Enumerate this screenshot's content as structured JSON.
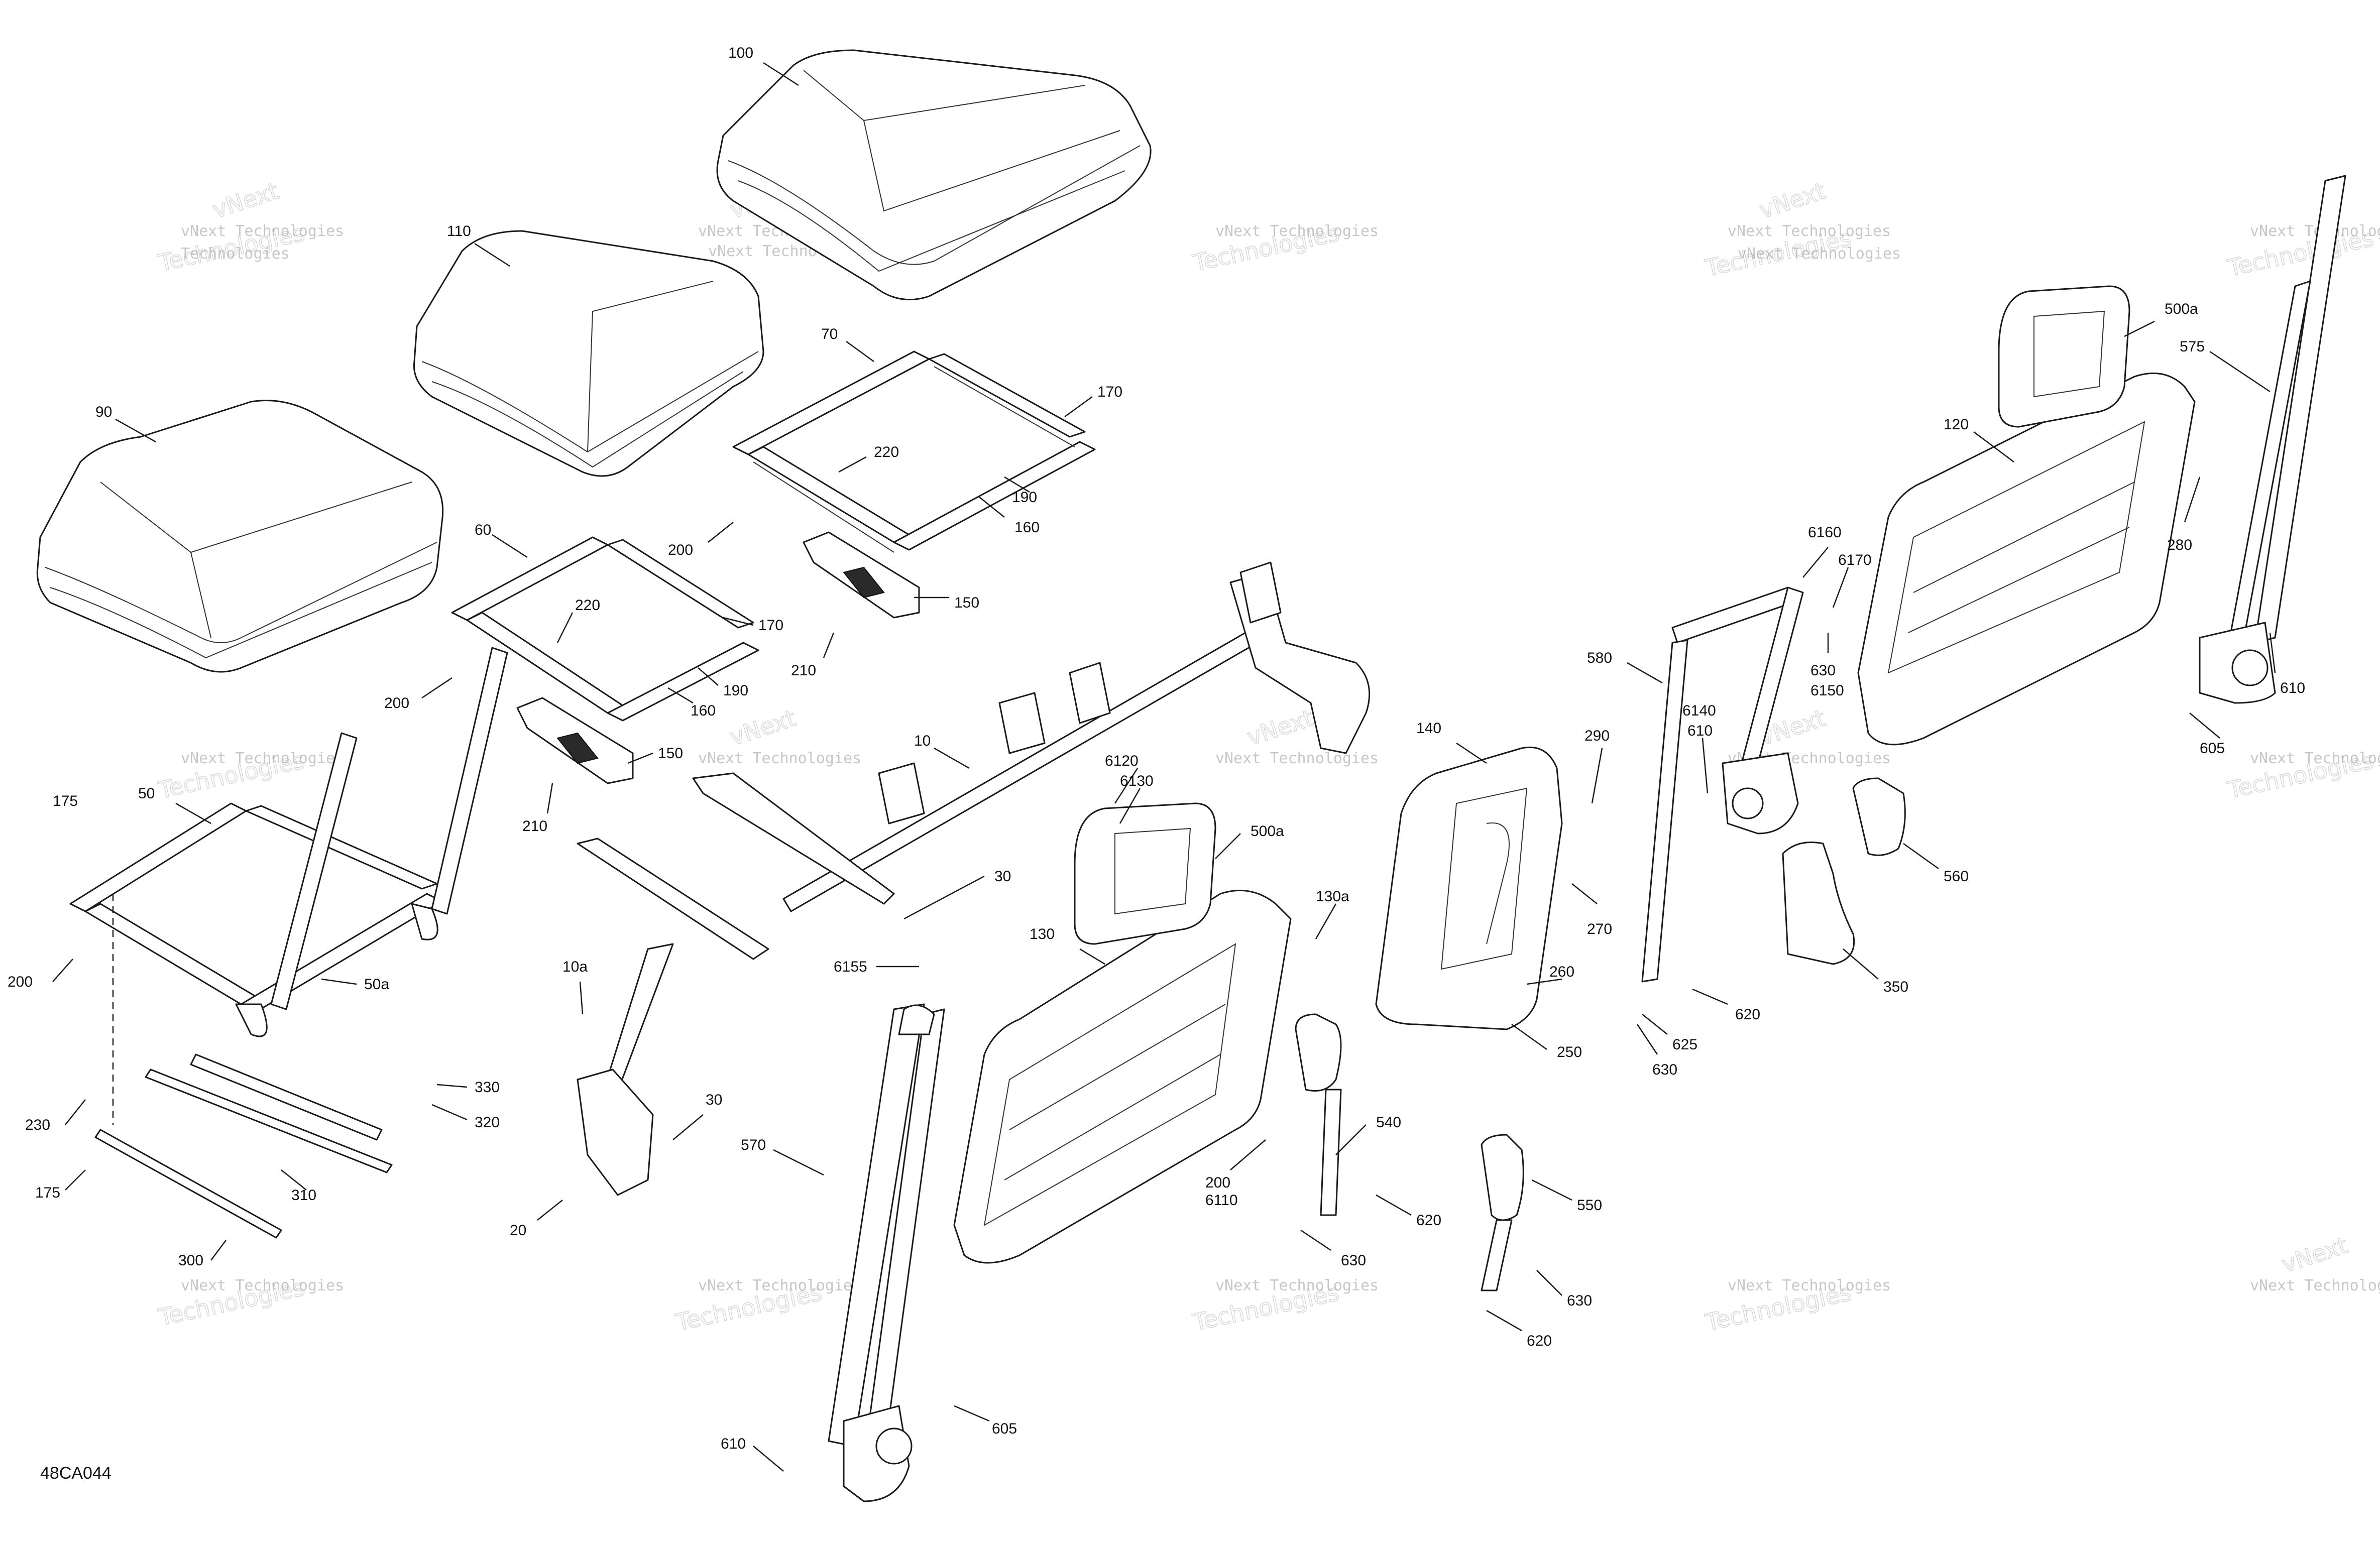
{
  "diagram_code": "48CA044",
  "watermark": {
    "line1": "vNext Technologies",
    "line2": "vNext",
    "line3": "Technologies"
  },
  "callouts": {
    "c100": "100",
    "c110": "110",
    "c90": "90",
    "c70": "70",
    "c170a": "170",
    "c220a": "220",
    "c190a": "190",
    "c160a": "160",
    "c200a": "200",
    "c150a": "150",
    "c210a": "210",
    "c60": "60",
    "c220b": "220",
    "c170b": "170",
    "c160b": "160",
    "c190b": "190",
    "c200b": "200",
    "c150b": "150",
    "c210b": "210",
    "c175a": "175",
    "c50": "50",
    "c200c": "200",
    "c50a": "50a",
    "c10": "10",
    "c6120": "6120",
    "c6130": "6130",
    "c30a": "30",
    "c10a": "10a",
    "c30b": "30",
    "c20": "20",
    "c330": "330",
    "c320": "320",
    "c230": "230",
    "c310": "310",
    "c175b": "175",
    "c300": "300",
    "c500a_l": "500a",
    "c130a": "130a",
    "c130": "130",
    "c6155": "6155",
    "c570": "570",
    "c200d": "200",
    "c6110": "6110",
    "c605a": "605",
    "c610a": "610",
    "c140": "140",
    "c290": "290",
    "c270": "270",
    "c260": "260",
    "c250": "250",
    "c540": "540",
    "c620a": "620",
    "c630a": "630",
    "c550": "550",
    "c630b": "630",
    "c620b": "620",
    "c580": "580",
    "c6140": "6140",
    "c610b": "610",
    "c6160": "6160",
    "c6170": "6170",
    "c630c": "630",
    "c6150": "6150",
    "c560": "560",
    "c350": "350",
    "c620c": "620",
    "c625": "625",
    "c630d": "630",
    "c500a_r": "500a",
    "c575": "575",
    "c120": "120",
    "c280": "280",
    "c610c": "610",
    "c605b": "605"
  }
}
